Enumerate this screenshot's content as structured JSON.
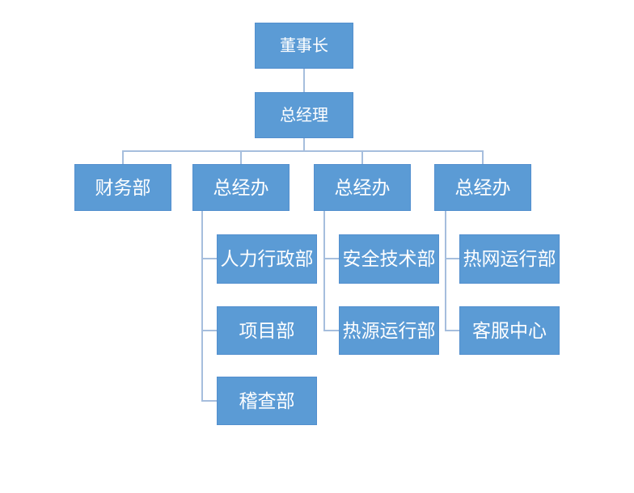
{
  "diagram": {
    "type": "org-chart",
    "nodes": {
      "chairman": {
        "label": "董事长"
      },
      "gm": {
        "label": "总经理"
      },
      "finance": {
        "label": "财务部"
      },
      "office1": {
        "label": "总经办"
      },
      "office2": {
        "label": "总经办"
      },
      "office3": {
        "label": "总经办"
      },
      "hr": {
        "label": "人力行政部"
      },
      "project": {
        "label": "项目部"
      },
      "audit": {
        "label": "稽查部"
      },
      "safety": {
        "label": "安全技术部"
      },
      "heat_source": {
        "label": "热源运行部"
      },
      "heat_network": {
        "label": "热网运行部"
      },
      "service": {
        "label": "客服中心"
      }
    },
    "hierarchy": {
      "chairman": [
        "gm"
      ],
      "gm": [
        "finance",
        "office1",
        "office2",
        "office3"
      ],
      "office1": [
        "hr",
        "project",
        "audit"
      ],
      "office2": [
        "safety",
        "heat_source"
      ],
      "office3": [
        "heat_network",
        "service"
      ]
    },
    "colors": {
      "node_fill": "#5b9bd5",
      "node_border": "#538fce",
      "connector": "#a6bedd",
      "text": "#ffffff",
      "background": "#ffffff"
    }
  }
}
